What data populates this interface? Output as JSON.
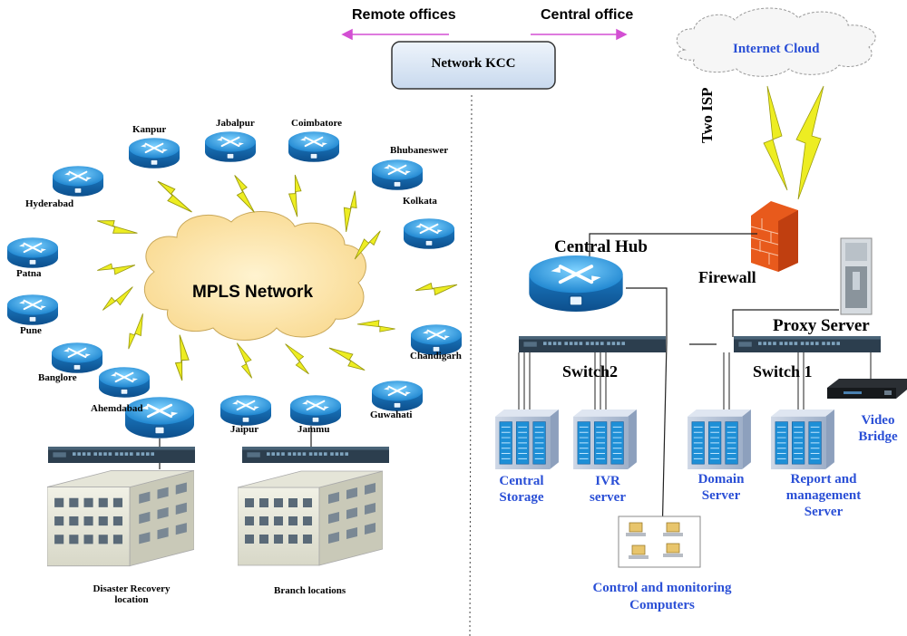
{
  "header": {
    "remote_label": "Remote offices",
    "central_label": "Central office",
    "kcc_label": "Network KCC"
  },
  "cloud": {
    "internet_label": "Internet Cloud",
    "isp_label": "Two ISP",
    "mpls_label": "MPLS Network"
  },
  "cities": {
    "kanpur": "Kanpur",
    "jabalpur": "Jabalpur",
    "coimbatore": "Coimbatore",
    "bhubaneswer": "Bhubaneswer",
    "kolkata": "Kolkata",
    "hyderabad": "Hyderabad",
    "patna": "Patna",
    "pune": "Pune",
    "banglore": "Banglore",
    "ahemdabad": "Ahemdabad",
    "jaipur": "Jaipur",
    "jammu": "Jammu",
    "guwahati": "Guwahati",
    "chandigarh": "Chandigarh"
  },
  "locations": {
    "dr_line1": "Disaster Recovery",
    "dr_line2": "location",
    "branch": "Branch locations"
  },
  "central": {
    "hub": "Central Hub",
    "firewall": "Firewall",
    "proxy": "Proxy Server",
    "switch2": "Switch2",
    "switch1": "Switch 1"
  },
  "servers": {
    "storage_l1": "Central",
    "storage_l2": "Storage",
    "ivr_l1": "IVR",
    "ivr_l2": "server",
    "domain_l1": "Domain",
    "domain_l2": "Server",
    "report_l1": "Report and",
    "report_l2": "management",
    "report_l3": "Server",
    "video_l1": "Video",
    "video_l2": "Bridge",
    "control_l1": "Control and monitoring",
    "control_l2": "Computers"
  },
  "colors": {
    "accent_blue": "#2a4fd6",
    "arrow_magenta": "#d34fd3",
    "router_blue": "#1f8fd8",
    "lightning_yellow": "#e8e820",
    "mpls_cloud": "#fbe0a6"
  }
}
